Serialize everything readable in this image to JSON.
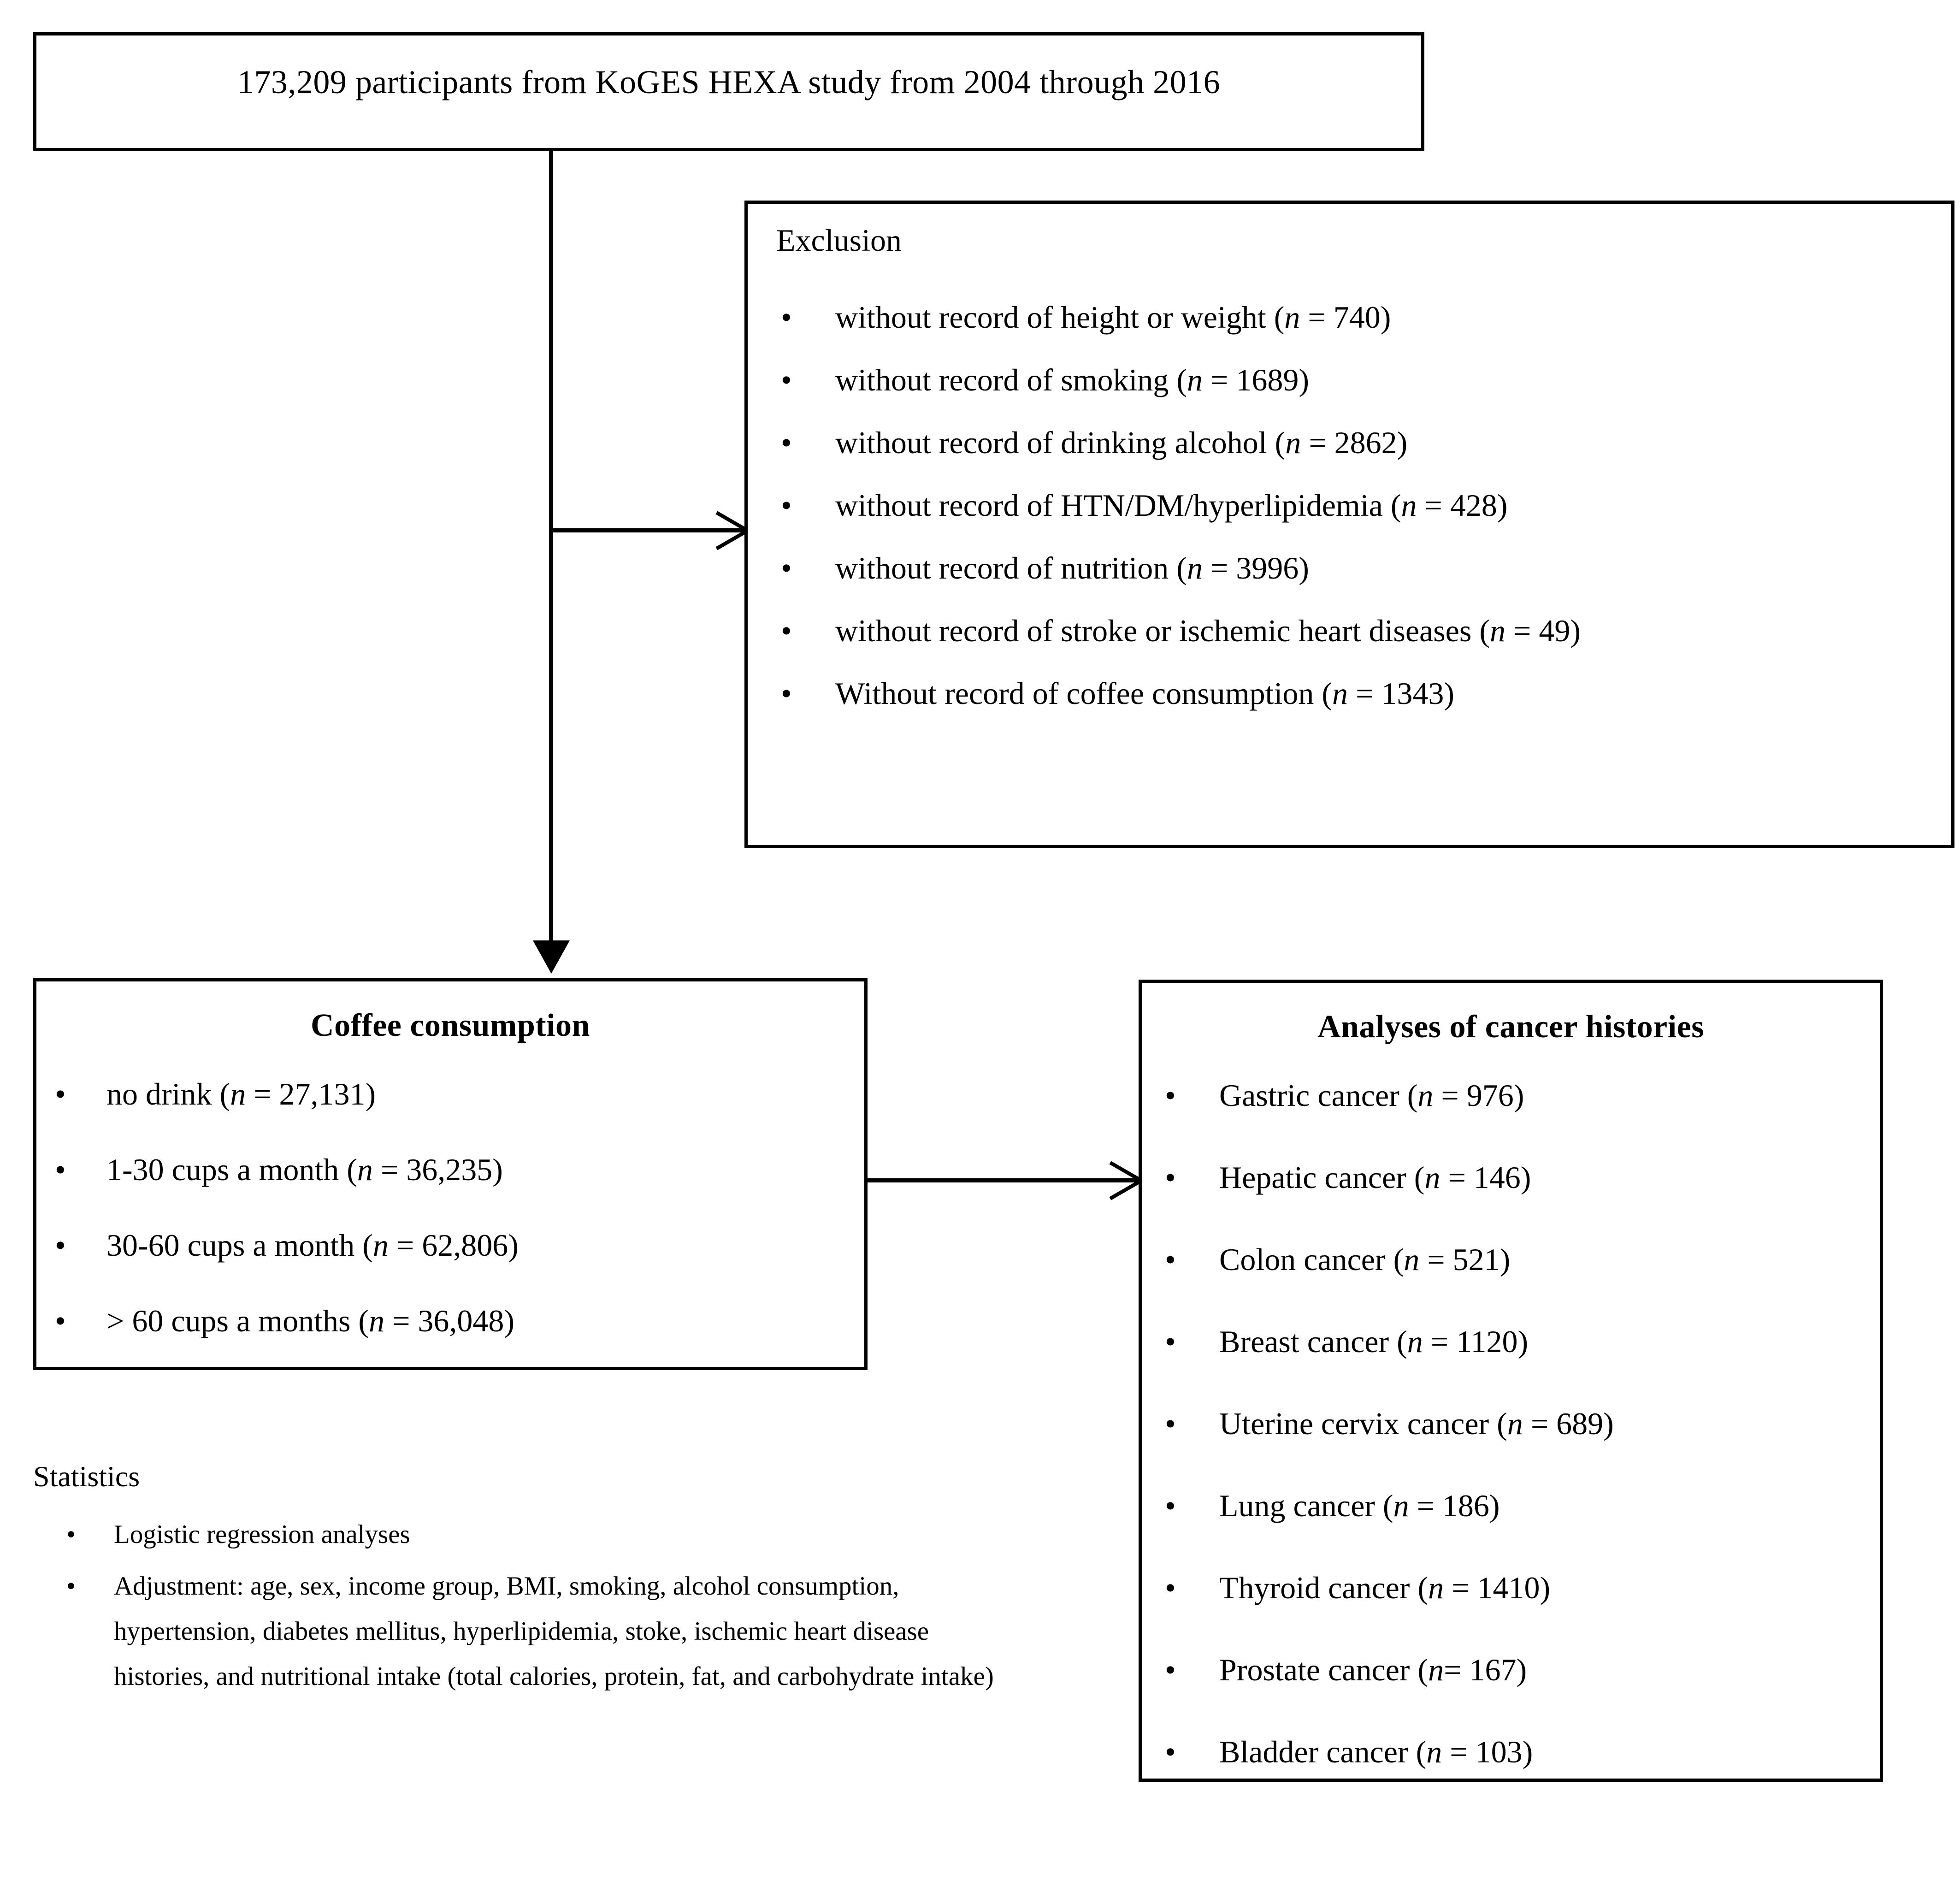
{
  "figure": {
    "type": "study-flowchart",
    "top_box": {
      "text": "173,209 participants from KoGES HEXA study from 2004 through 2016"
    },
    "exclusion_box": {
      "heading": "Exclusion",
      "items": [
        "without  record of height or weight (n = 740)",
        "without  record of smoking (n = 1689)",
        "without  record of drinking alcohol (n = 2862)",
        "without  record of HTN/DM/hyperlipidemia  (n = 428)",
        "without  record of nutrition (n = 3996)",
        "without  record of stroke or ischemic heart diseases  (n = 49)",
        "Without record  of coffee consumption (n = 1343)"
      ]
    },
    "coffee_box": {
      "title": "Coffee consumption",
      "items": [
        "no drink (n = 27,131)",
        "1-30  cups a month (n = 36,235)",
        "30-60   cups a month (n = 62,806)",
        "> 60 cups a months (n = 36,048)"
      ]
    },
    "cancer_box": {
      "title": "Analyses of cancer histories",
      "items": [
        "Gastric cancer (n = 976)",
        "Hepatic cancer (n = 146)",
        "Colon cancer (n = 521)",
        "Breast cancer (n = 1120)",
        "Uterine  cervix cancer (n = 689)",
        "Lung cancer (n = 186)",
        "Thyroid cancer (n = 1410)",
        "Prostate cancer (n= 167)",
        "Bladder  cancer (n = 103)"
      ]
    },
    "statistics": {
      "heading": "Statistics",
      "items": [
        "Logistic regression analyses",
        "Adjustment: age, sex, income group, BMI, smoking, alcohol consumption, hypertension, diabetes mellitus, hyperlipidemia,  stoke, ischemic heart disease histories, and nutritional intake (total calories, protein, fat, and carbohydrate  intake)"
      ]
    },
    "bullet_glyph": "•",
    "colors": {
      "stroke": "#000000",
      "background": "#ffffff",
      "text": "#000000"
    }
  }
}
